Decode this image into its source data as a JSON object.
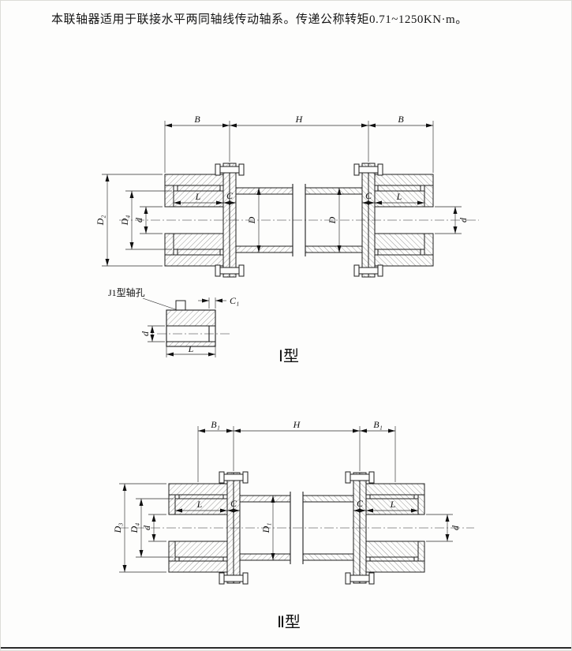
{
  "intro": {
    "text": "本联轴器适用于联接水平两同轴线传动轴系。传递公称转矩0.71~1250KN·m。"
  },
  "fig1": {
    "caption": "Ⅰ型",
    "detail_label": "J1型轴孔",
    "dims": {
      "b_left": "B",
      "h": "H",
      "b_right": "B",
      "d2": "D₂",
      "d4": "D₄",
      "d_left": "d",
      "d_right": "d",
      "l_left": "L",
      "c_left": "C",
      "dia_left": "D",
      "dia_right": "D",
      "c_right": "C",
      "l_right": "L",
      "c1": "C₁",
      "detail_d": "d",
      "detail_l": "L"
    }
  },
  "fig2": {
    "caption": "Ⅱ型",
    "dims": {
      "b1_left": "B₁",
      "h": "H",
      "b1_right": "B₁",
      "d3": "D₃",
      "d4": "D₄",
      "d_left": "d",
      "d_right": "d",
      "l_left": "L",
      "c_left": "C",
      "d1": "D₁",
      "c_right": "C",
      "l_right": "L"
    }
  }
}
